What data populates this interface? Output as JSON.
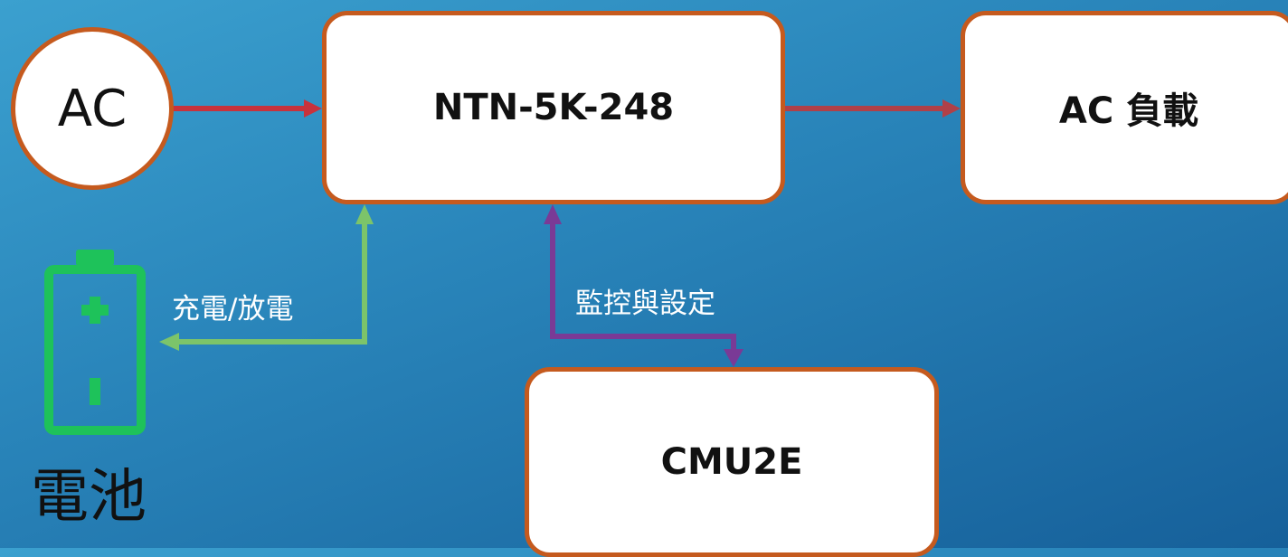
{
  "nodes": {
    "ac_source": "AC",
    "ups": "NTN-5K-248",
    "ac_load": "AC 負載",
    "controller": "CMU2E",
    "battery": "電池"
  },
  "edges": {
    "charge_discharge": "充電/放電",
    "monitor_config": "監控與設定"
  },
  "colors": {
    "node_border": "#c55a1e",
    "power_line": "#c8323c",
    "output_line": "#b04048",
    "battery_line": "#7cc46a",
    "control_line": "#7a3a96",
    "battery_icon": "#1ec25a"
  },
  "icons": {
    "battery": "battery-icon",
    "plus": "plus-icon",
    "minus": "minus-icon"
  }
}
